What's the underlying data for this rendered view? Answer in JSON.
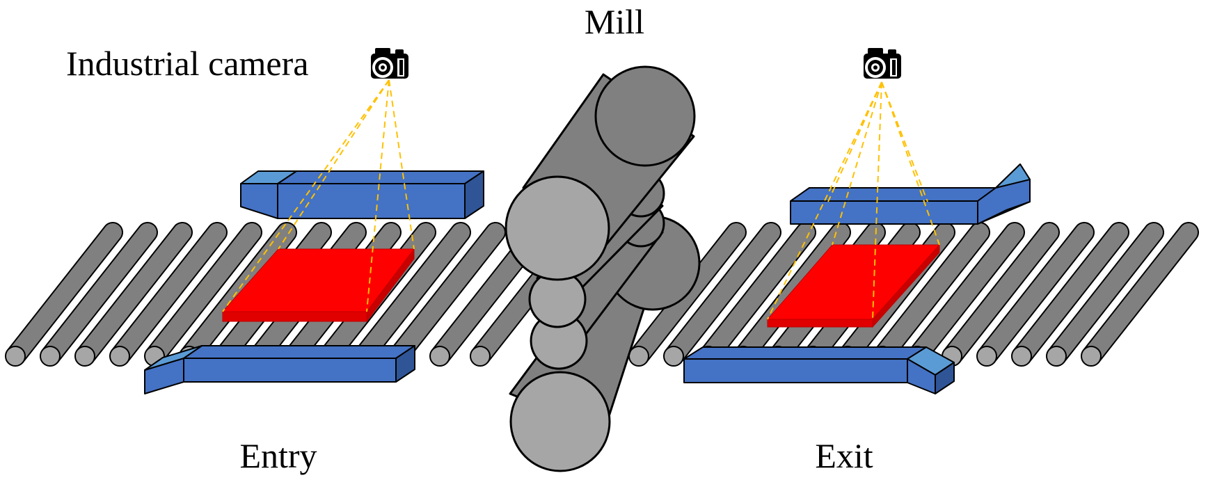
{
  "labels": {
    "mill": "Mill",
    "camera": "Industrial camera",
    "entry": "Entry",
    "exit": "Exit"
  },
  "icons": [
    "camera-icon"
  ],
  "colors": {
    "roller": "#808080",
    "roller_end": "#a6a6a6",
    "guide_front": "#4472c4",
    "guide_light": "#5b9bd5",
    "guide_dark": "#2f5597",
    "slab": "#ff0000",
    "view_lines": "#ffc000",
    "outline": "#000000"
  }
}
